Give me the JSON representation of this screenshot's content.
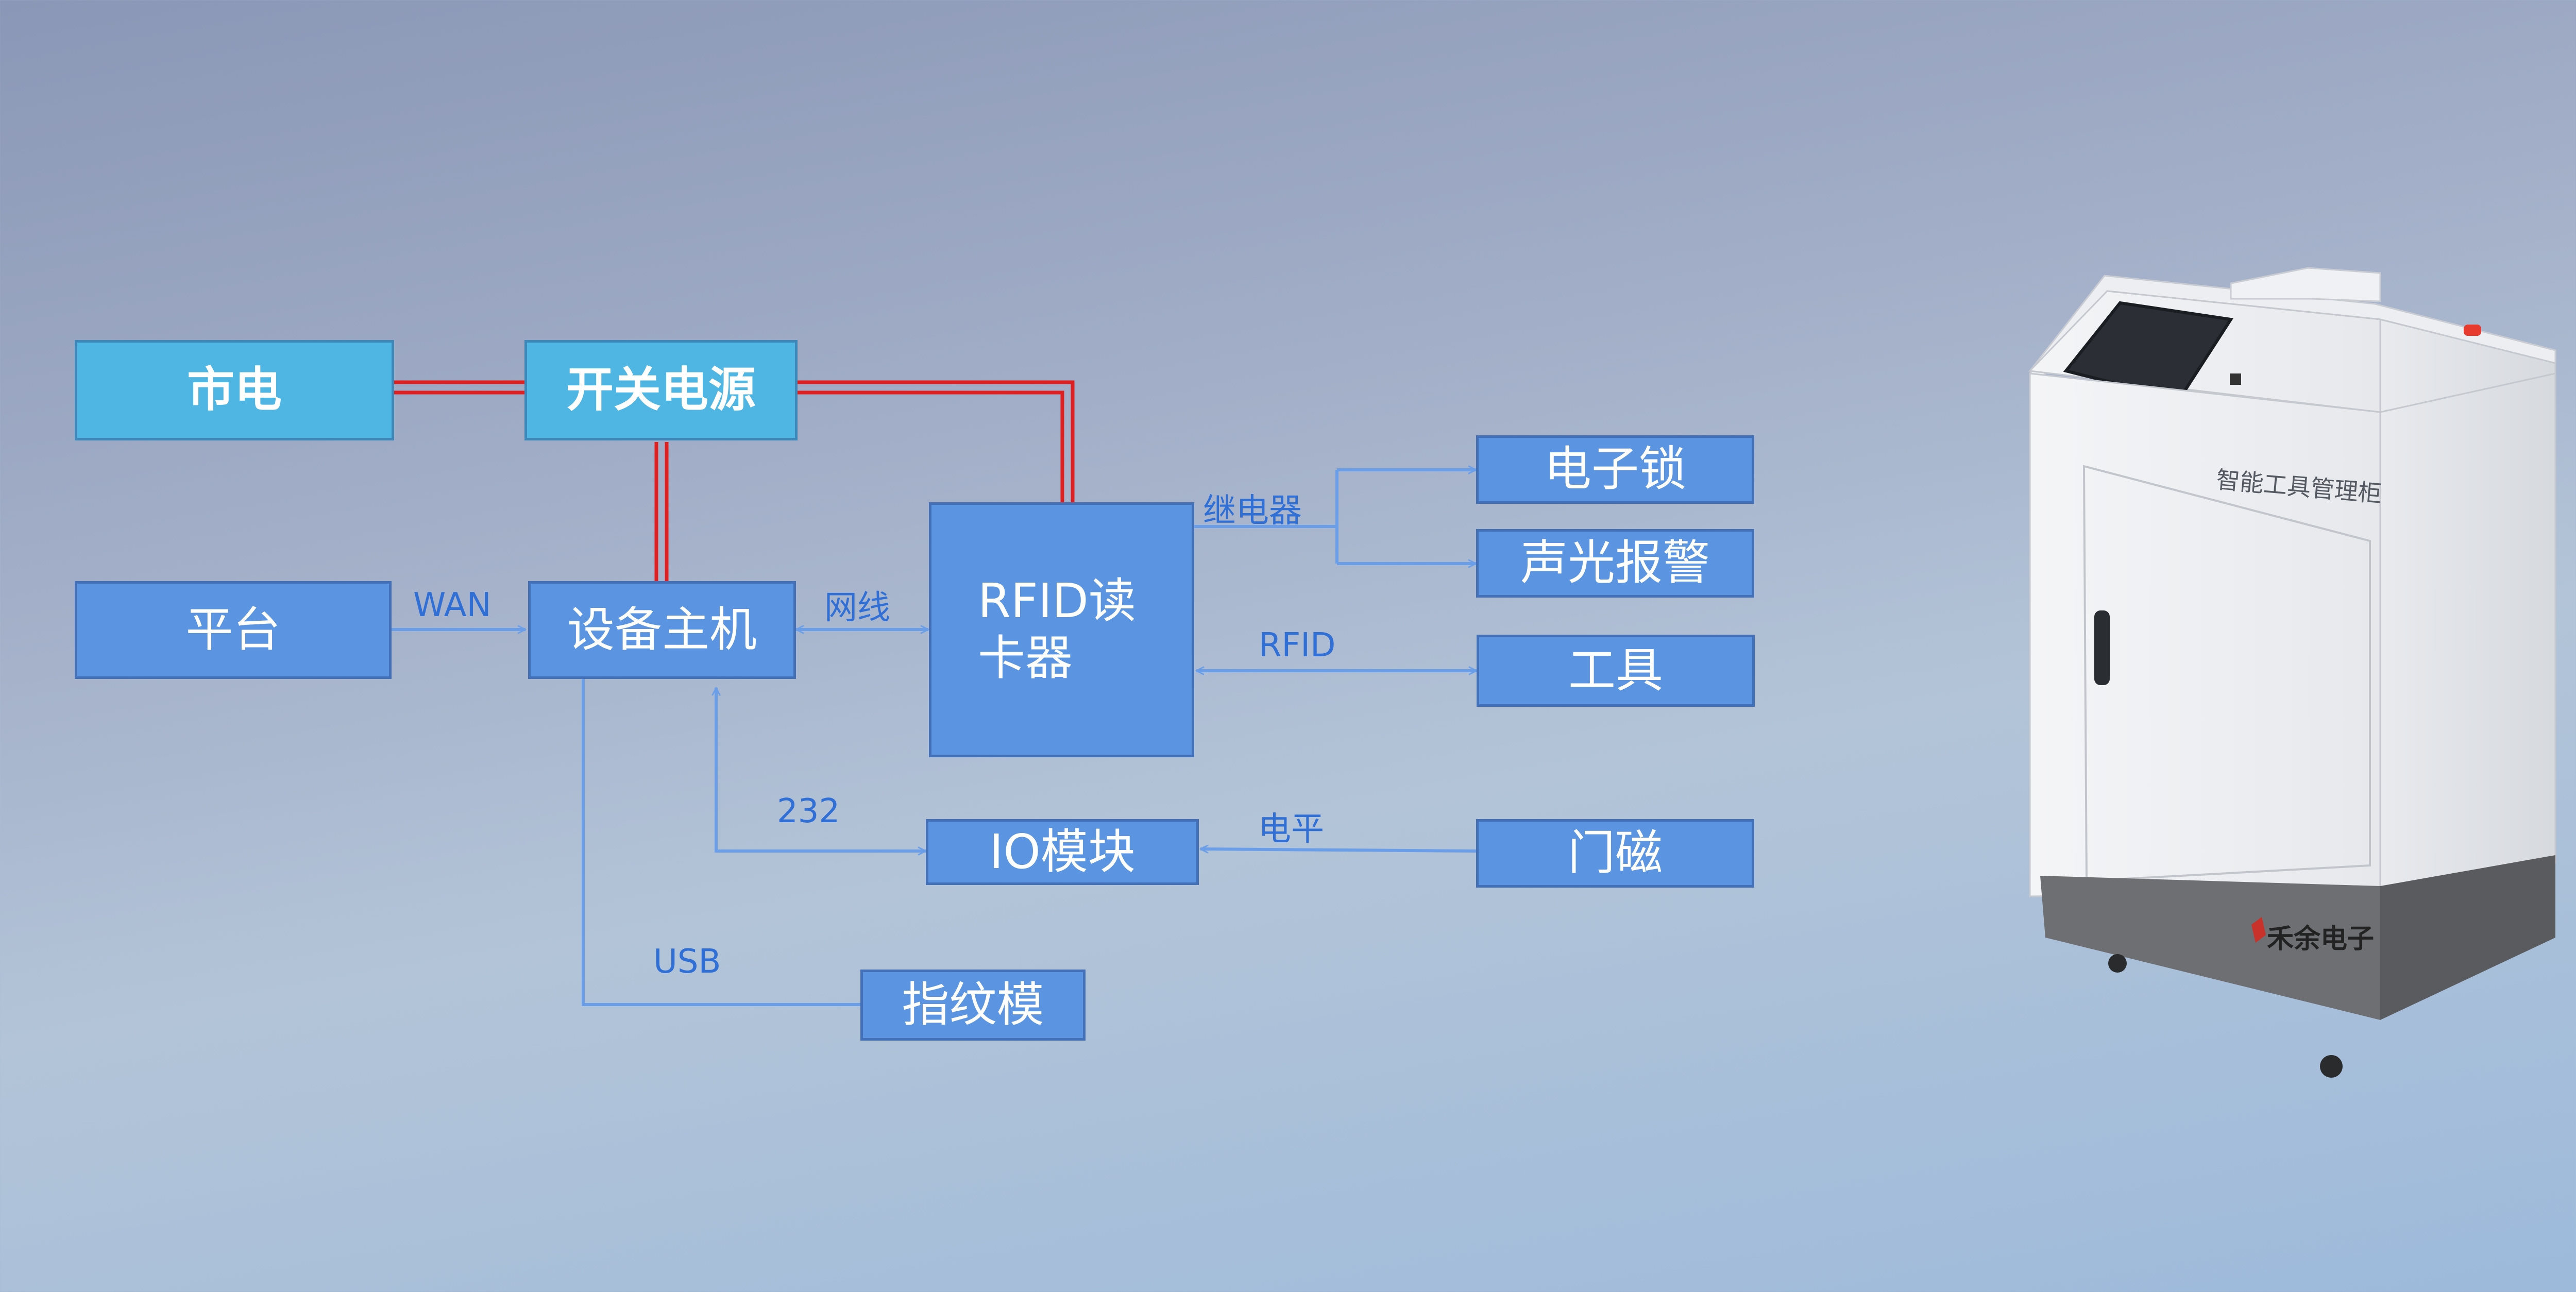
{
  "diagram": {
    "nodes": {
      "mains": "市电",
      "switch_psu": "开关电源",
      "platform": "平台",
      "host": "设备主机",
      "rfid_reader": "RFID读卡器",
      "e_lock": "电子锁",
      "alarm": "声光报警",
      "tool": "工具",
      "io_module": "IO模块",
      "door_magnet": "门磁",
      "fingerprint": "指纹模"
    },
    "edge_labels": {
      "wan": "WAN",
      "network_cable": "网线",
      "relay": "继电器",
      "rfid": "RFID",
      "rs232": "232",
      "level": "电平",
      "usb": "USB"
    }
  },
  "cabinet": {
    "panel_text": "智能工具管理柜",
    "brand_text": "禾余电子"
  },
  "colors": {
    "power_line": "#e02020",
    "signal_line": "#6a9ee8",
    "box_fill": "#5b95e2",
    "power_box_fill": "#4fb6e4",
    "label_text": "#2f6fd6"
  }
}
